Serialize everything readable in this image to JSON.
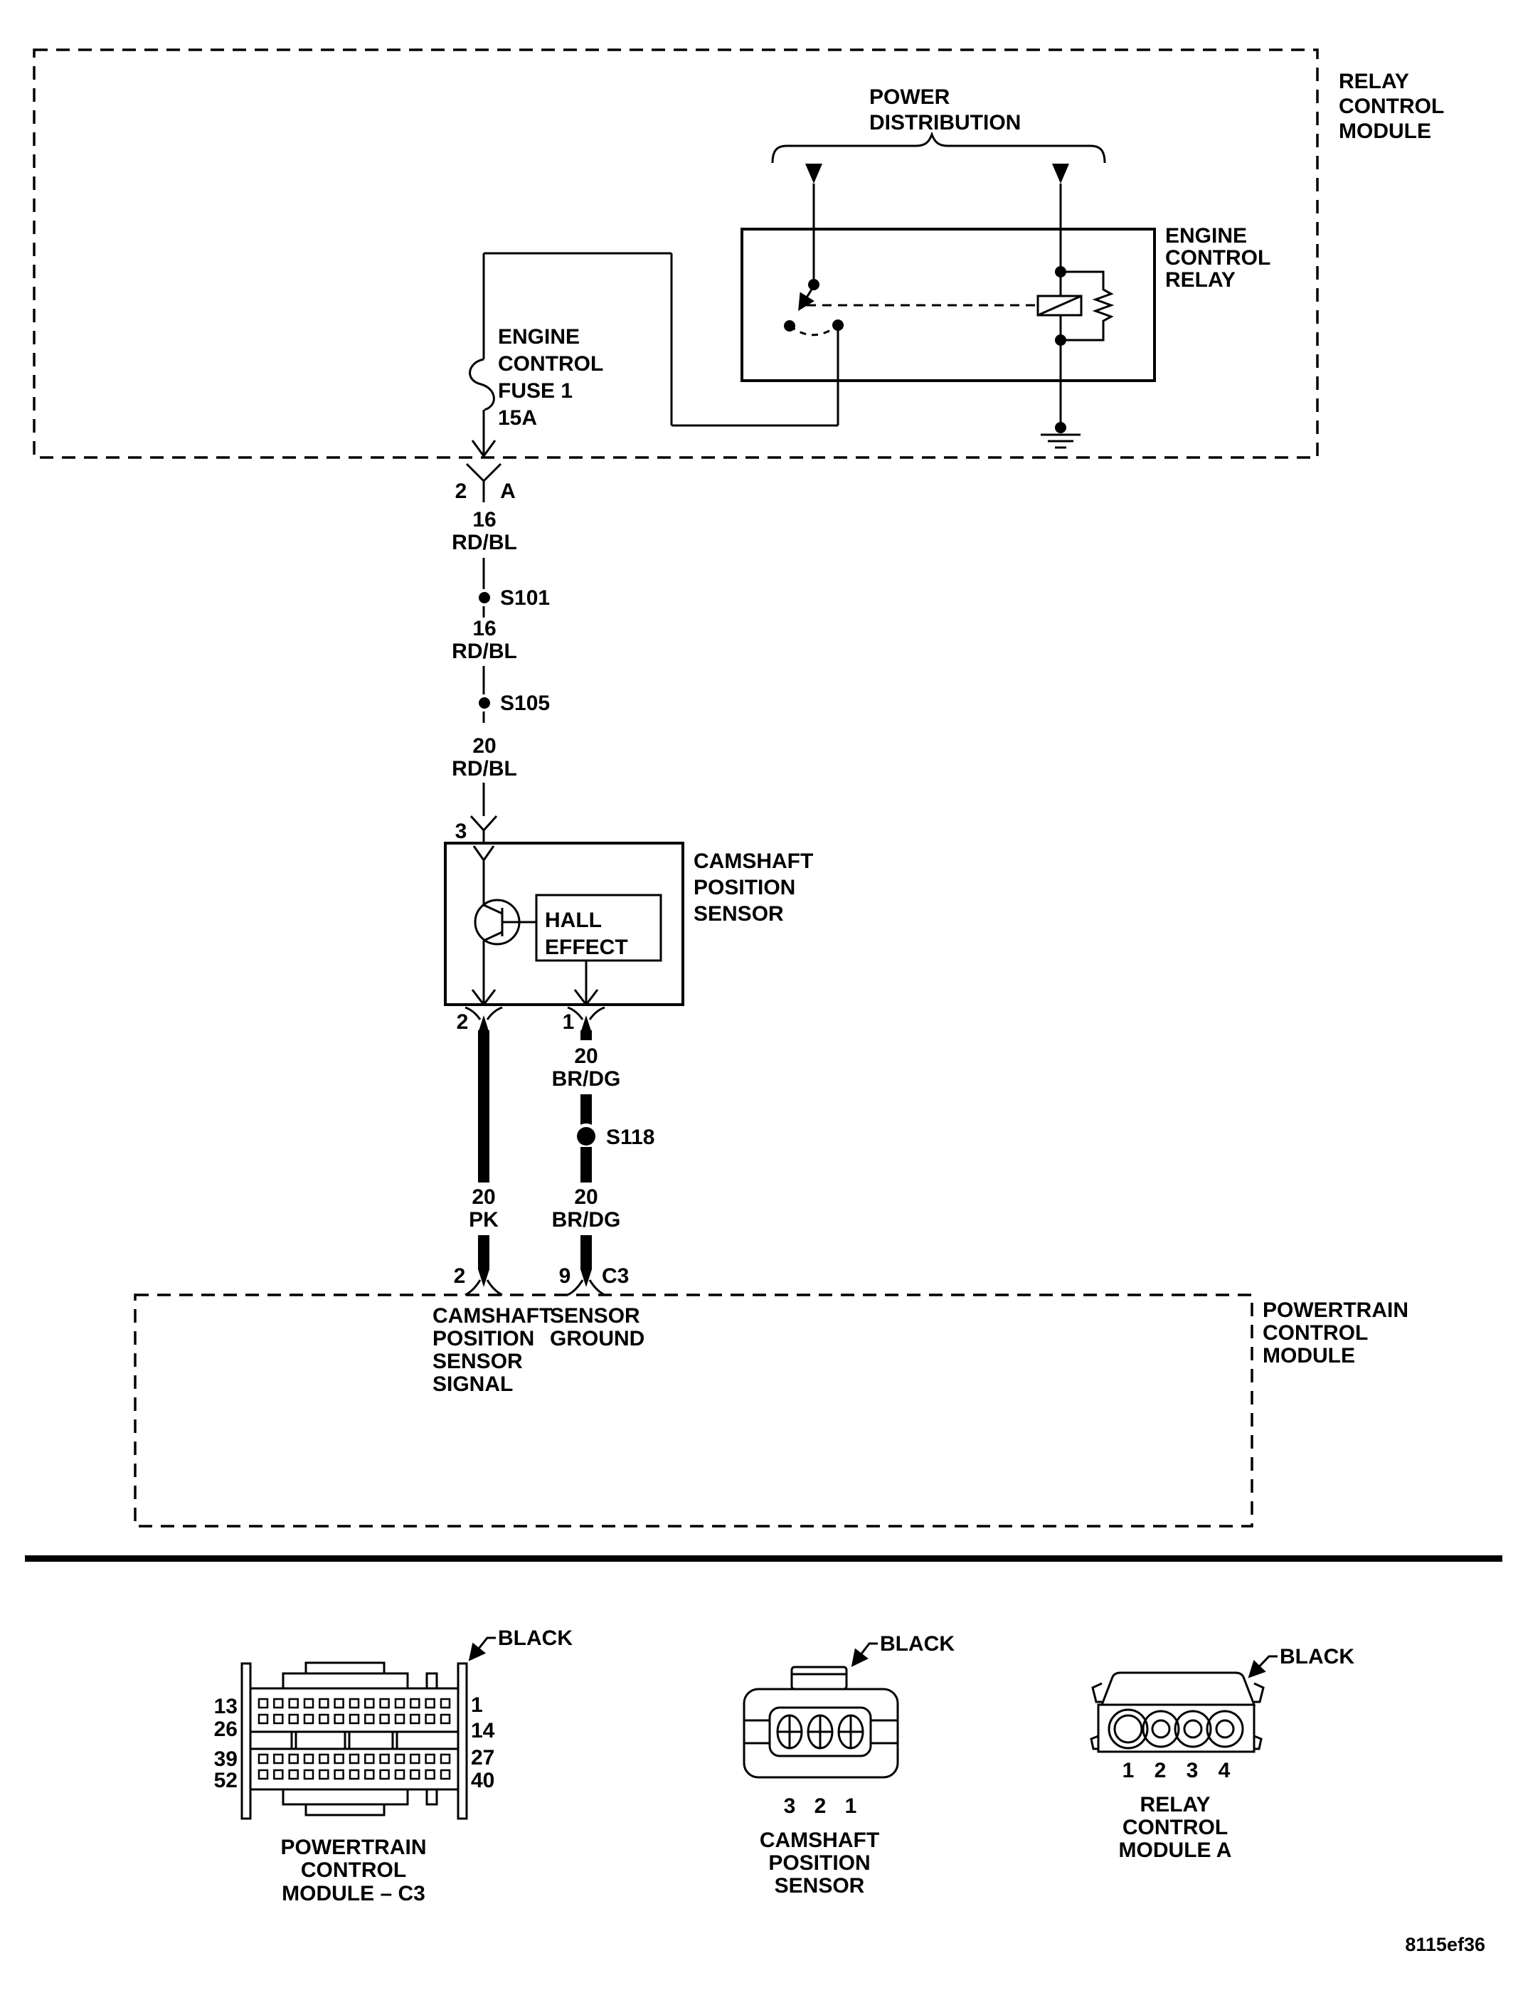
{
  "figure_id": "8115ef36",
  "colors": {
    "ink": "#000000",
    "paper": "#ffffff"
  },
  "relay_control_module": {
    "title": [
      "RELAY",
      "CONTROL",
      "MODULE"
    ],
    "power_distribution_label": [
      "POWER",
      "DISTRIBUTION"
    ],
    "engine_control_relay_label": [
      "ENGINE",
      "CONTROL",
      "RELAY"
    ],
    "fuse_label": [
      "ENGINE",
      "CONTROL",
      "FUSE 1",
      "15A"
    ]
  },
  "circuit": {
    "module_out": {
      "pin": "2",
      "cavity": "A"
    },
    "wire_segments": [
      {
        "gauge": "16",
        "color": "RD/BL"
      },
      {
        "gauge": "16",
        "color": "RD/BL"
      },
      {
        "gauge": "20",
        "color": "RD/BL"
      }
    ],
    "splices": [
      "S101",
      "S105",
      "S118"
    ],
    "sensor_in_pin": "3",
    "sensor_out_left_pin": "2",
    "sensor_out_right_pin": "1",
    "ground_wire_upper": {
      "gauge": "20",
      "color": "BR/DG"
    },
    "signal_wire": {
      "gauge": "20",
      "color": "PK"
    },
    "ground_wire_lower": {
      "gauge": "20",
      "color": "BR/DG"
    },
    "pcm_in": {
      "signal_pin": "2",
      "ground_pin": "9",
      "connector": "C3"
    }
  },
  "camshaft_position_sensor": {
    "title": [
      "CAMSHAFT",
      "POSITION",
      "SENSOR"
    ],
    "hall_effect_label": [
      "HALL",
      "EFFECT"
    ]
  },
  "powertrain_control_module": {
    "title": [
      "POWERTRAIN",
      "CONTROL",
      "MODULE"
    ],
    "signal_label": [
      "CAMSHAFT",
      "POSITION",
      "SENSOR",
      "SIGNAL"
    ],
    "ground_label": [
      "SENSOR",
      "GROUND"
    ]
  },
  "connector_views": {
    "pcm_c3": {
      "color": "BLACK",
      "left_pins": [
        "13",
        "26",
        "39",
        "52"
      ],
      "right_pins": [
        "1",
        "14",
        "27",
        "40"
      ],
      "caption": [
        "POWERTRAIN",
        "CONTROL",
        "MODULE – C3"
      ]
    },
    "cam_sensor": {
      "color": "BLACK",
      "pins": [
        "3",
        "2",
        "1"
      ],
      "caption": [
        "CAMSHAFT",
        "POSITION",
        "SENSOR"
      ]
    },
    "relay_module_a": {
      "color": "BLACK",
      "pins": [
        "1",
        "2",
        "3",
        "4"
      ],
      "caption": [
        "RELAY",
        "CONTROL",
        "MODULE A"
      ]
    }
  }
}
